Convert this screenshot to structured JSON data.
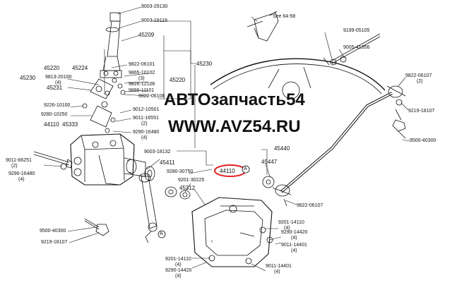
{
  "watermark": {
    "line1": "АВТОзапчасть54",
    "line2": "WWW.AVZ54.RU"
  },
  "highlight_color": "#e02020",
  "highlighted_part": "44110",
  "callout_letter": "A",
  "labels": {
    "p9003_29130": "9003-29130",
    "p9003_19119": "9003-19119",
    "p45209": "45209",
    "p45230_r": "45230",
    "p9822_06101": "9822-06101",
    "p45220_l": "45220",
    "p45224": "45224",
    "p9865_10102": "9865-10102",
    "p3a": "(3)",
    "p45230_l": "45230",
    "p9813_20100": "9813-20100",
    "p4a": "(4)",
    "p9826_12106": "9826-12106",
    "p45220_r": "45220",
    "p9886_11101": "9886-11101",
    "p45231": "45231",
    "p9822_06108": "9822-06108",
    "p9226_10100": "9226-10100",
    "p9012_10501": "9012-10501",
    "p9280_10250": "9280-10250",
    "p9011_16551": "9011-16551",
    "p2a": "(2)",
    "p44110_l": "44110",
    "p45333": "45333",
    "p9290_16480_a": "9290-16480",
    "p4b": "(4)",
    "see": "See 64-58",
    "p9199_05105": "9199-05105",
    "p9005_41356": "9005-41356",
    "p9822_06107_t": "9822-06107",
    "p2b": "(2)",
    "p9219_18107_r": "9219-18107",
    "p9500_40300_r": "9500-40300",
    "p9011_66251": "9011-66251",
    "p2c": "(2)",
    "p9290_16480_b": "9290-16480",
    "p4c": "(4)",
    "p9003_18132": "9003-18132",
    "p45411": "45411",
    "p9280_30750": "9280-30750",
    "p9201_30225": "9201-30225",
    "p45440": "45440",
    "p45447": "45447",
    "p45312": "45312",
    "p9822_06107_b": "9822-06107",
    "p9500_40300_l": "9500-40300",
    "p9219_18107_l": "9219-18107",
    "p9201_14110_r": "9201-14110",
    "p4d": "(4)",
    "p9290_14420_r": "9290-14420",
    "p4e": "(4)",
    "p9011_14401_r": "9011-14401",
    "p4f": "(4)",
    "p9201_14110_b": "9201-14110",
    "p4g": "(4)",
    "p9290_14420_b": "9290-14420",
    "p4h": "(4)",
    "p9011_14401_b": "9011-14401",
    "p4i": "(4)"
  }
}
